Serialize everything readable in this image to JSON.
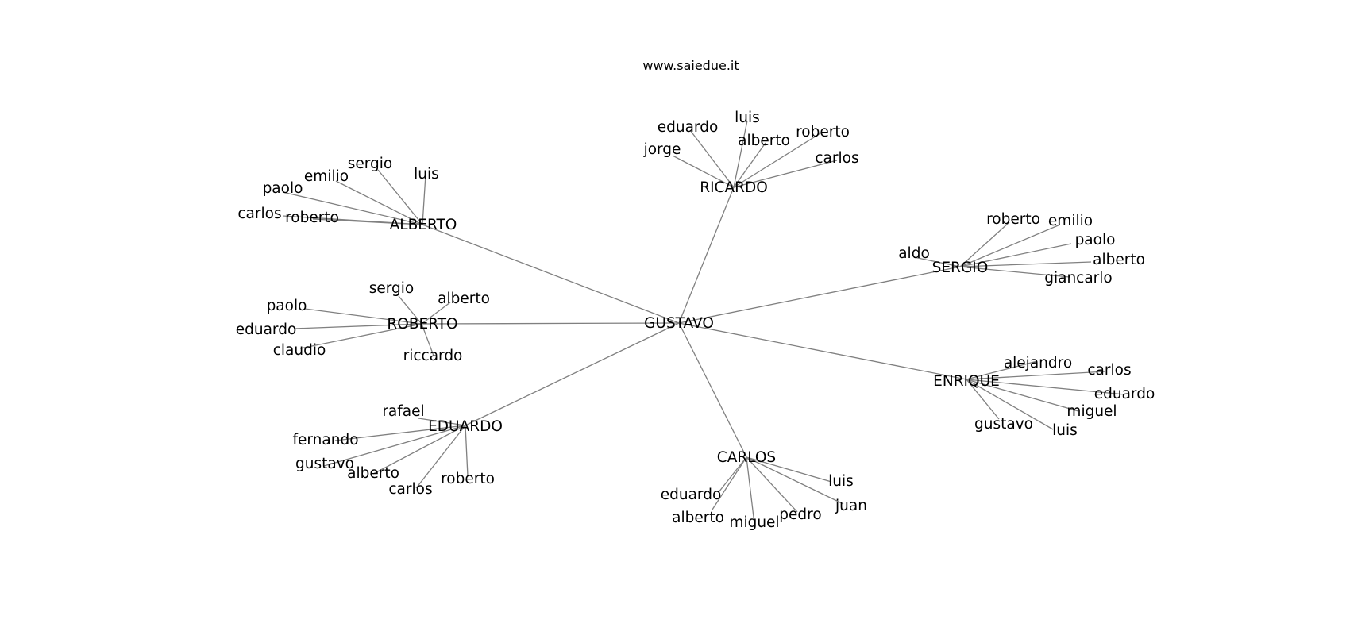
{
  "header": {
    "site": "www.saiedue.it"
  },
  "graph": {
    "root": "GUSTAVO",
    "hubs": [
      {
        "id": "ricardo",
        "label": "RICARDO",
        "leaves": [
          "jorge",
          "eduardo",
          "luis",
          "alberto",
          "roberto",
          "carlos"
        ]
      },
      {
        "id": "alberto",
        "label": "ALBERTO",
        "leaves": [
          "carlos",
          "roberto",
          "paolo",
          "emilio",
          "sergio",
          "luis"
        ]
      },
      {
        "id": "sergio",
        "label": "SERGIO",
        "leaves": [
          "aldo",
          "roberto",
          "emilio",
          "paolo",
          "alberto",
          "giancarlo"
        ]
      },
      {
        "id": "roberto",
        "label": "ROBERTO",
        "leaves": [
          "paolo",
          "sergio",
          "alberto",
          "eduardo",
          "claudio",
          "riccardo"
        ]
      },
      {
        "id": "enrique",
        "label": "ENRIQUE",
        "leaves": [
          "alejandro",
          "carlos",
          "eduardo",
          "miguel",
          "gustavo",
          "luis"
        ]
      },
      {
        "id": "eduardo",
        "label": "EDUARDO",
        "leaves": [
          "rafael",
          "fernando",
          "gustavo",
          "alberto",
          "carlos",
          "roberto"
        ]
      },
      {
        "id": "carlos",
        "label": "CARLOS",
        "leaves": [
          "luis",
          "juan",
          "pedro",
          "miguel",
          "alberto",
          "eduardo"
        ]
      }
    ]
  }
}
